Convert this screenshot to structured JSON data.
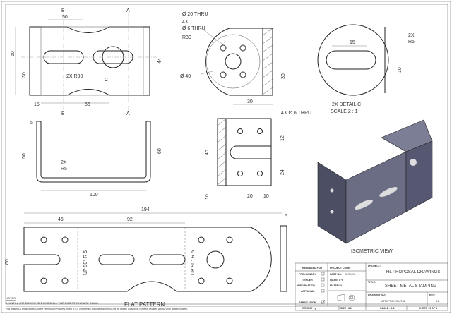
{
  "section_labels": {
    "b": "B",
    "a": "A",
    "c": "C"
  },
  "front_view": {
    "dims": [
      "50",
      "60",
      "30",
      "44",
      "2X R30",
      "15",
      "55"
    ]
  },
  "side_view_top": {
    "callouts": [
      "Ø 20 THRU",
      "4X",
      "Ø 6 THRU",
      "R30",
      "Ø 40"
    ],
    "dims": [
      "30",
      "30"
    ]
  },
  "detail": {
    "dims": [
      "15",
      "2X",
      "R5",
      "10"
    ],
    "caption": "2X DETAIL C",
    "scale": "SCALE 2 : 1"
  },
  "u_bend": {
    "dims": [
      "5",
      "50",
      "60",
      "2X",
      "R5",
      "100"
    ]
  },
  "side_view_mid": {
    "callout": "4X Ø 6 THRU",
    "dims": [
      "40",
      "12",
      "24",
      "10",
      "20",
      "10"
    ]
  },
  "isometric": {
    "caption": "ISOMETRIC VIEW"
  },
  "flat_pattern": {
    "dims": [
      "194",
      "46",
      "92",
      "5",
      "60"
    ],
    "bend_notes": [
      "UP 90° R 5",
      "UP 90° R 5"
    ],
    "caption": "FLAT PATTERN"
  },
  "notes": {
    "heading": "NOTES:",
    "items": [
      "1. UNTILL OTHERWISE SPECIFIED ALL THE DIMENTIONS ARE IN MM"
    ],
    "disclaimer": "This drawing is produced by Unilone Technology Private Limited. It is a confidential document and must not be copied, used or its contents divulged without prior written consent."
  },
  "title_block": {
    "released_for": "RELEASED FOR",
    "checks": [
      {
        "label": "PRELIMINARY",
        "checked": false
      },
      {
        "label": "TENDER",
        "checked": false
      },
      {
        "label": "INFORMATION",
        "checked": false
      },
      {
        "label": "APPROVAL",
        "checked": false
      },
      {
        "label": "FABRICATION",
        "checked": true
      }
    ],
    "project_code": "PROJECT CODE:",
    "part_no_label": "PART NO:",
    "part_no": "SHT-001",
    "quantity": "QUANTITY:",
    "material": "MATERIAL:",
    "project_label": "PROJECT:",
    "project": "HL PROPOSAL DRAWINGS",
    "title_label": "TITLE:",
    "title": "SHEET METAL STAMPING",
    "drawing_no_label": "DRAWING NO:",
    "drawing_no": "ATM/PRP/HPL/002",
    "rev_label": "REV:",
    "rev": "01",
    "weight": "WEIGHT : g",
    "size": "SIZE : A3",
    "scale": "SCALE : 1:1",
    "sheet": "SHEET : 1 OF 1"
  }
}
